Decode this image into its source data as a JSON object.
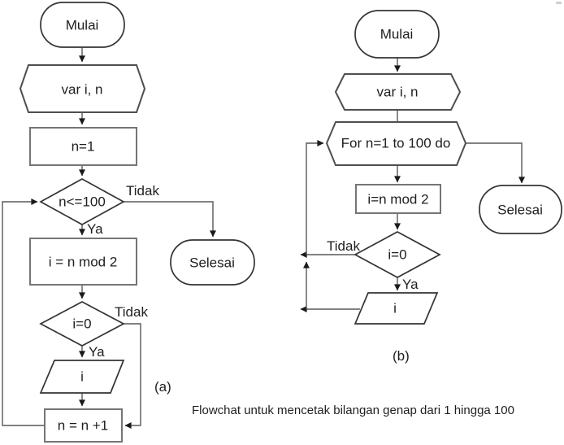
{
  "figure": {
    "caption": "Flowchat untuk mencetak bilangan genap dari 1 hingga 100",
    "colors": {
      "connector_line": "#595959",
      "arrowhead": "#1a1a1a",
      "process_border": "#757575",
      "shape_border_dark": "#343434",
      "text": "#1f1f1f",
      "background": "#ffffff"
    },
    "chart_a": {
      "tag": "(a)",
      "nodes": {
        "start": "Mulai",
        "declare": "var i, n",
        "init": "n=1",
        "cond": "n<=100",
        "mod": "i = n mod 2",
        "end": "Selesai",
        "even": "i=0",
        "output": "i",
        "inc": "n = n +1"
      },
      "labels": {
        "cond_no": "Tidak",
        "cond_yes": "Ya",
        "even_no": "Tidak",
        "even_yes": "Ya"
      }
    },
    "chart_b": {
      "tag": "(b)",
      "nodes": {
        "start": "Mulai",
        "declare": "var i, n",
        "loop": "For n=1 to 100 do",
        "mod": "i=n mod 2",
        "even": "i=0",
        "output": "i",
        "end": "Selesai"
      },
      "labels": {
        "even_no": "Tidak",
        "even_yes": "Ya"
      }
    }
  }
}
